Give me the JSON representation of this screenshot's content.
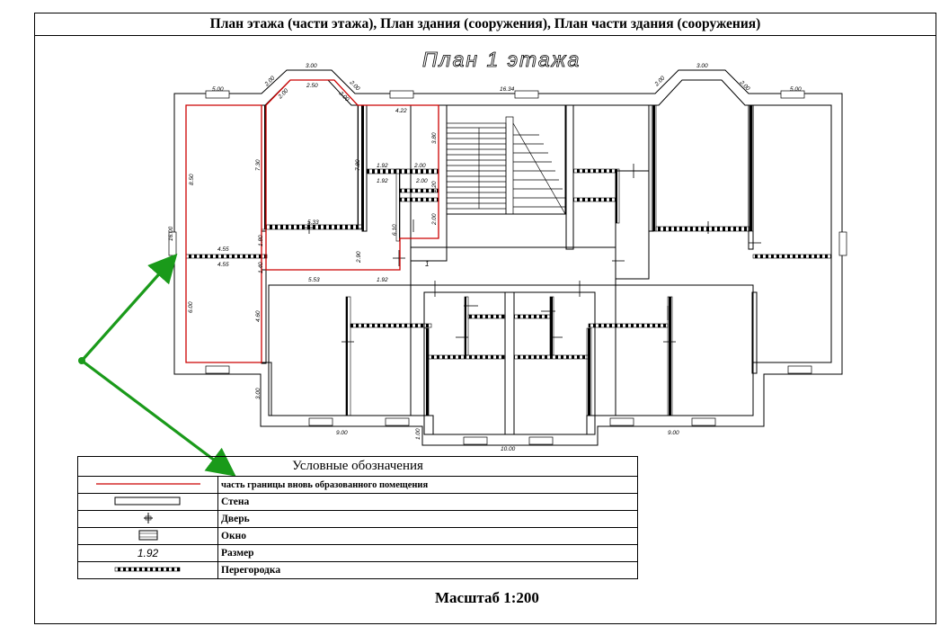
{
  "header": {
    "title": "План этажа (части этажа), План здания (сооружения), План части здания (сооружения)"
  },
  "plan": {
    "title": "План 1 этажа",
    "room_number": "1",
    "dimensions": [
      "5.00",
      "2.00",
      "3.00",
      "2.00",
      "2.50",
      "2.00",
      "2.00",
      "16.34",
      "3.00",
      "2.00",
      "2.00",
      "5.00",
      "4.22",
      "3.80",
      "8.50",
      "7.30",
      "7.80",
      "16.00",
      "1.92",
      "2.00",
      "1.92",
      "2.00",
      "1.20",
      "2.00",
      "5.33",
      "6.10",
      "4.55",
      "4.55",
      "1.80",
      "1.40",
      "2.90",
      "5.53",
      "1.92",
      "6.00",
      "4.60",
      "3.00",
      "9.00",
      "1.00",
      "10.00",
      "9.00"
    ]
  },
  "legend": {
    "heading": "Условные обозначения",
    "items": [
      {
        "symbol": "red-line",
        "label": "часть границы вновь образованного помещения"
      },
      {
        "symbol": "wall",
        "label": "Стена"
      },
      {
        "symbol": "door",
        "label": "Дверь"
      },
      {
        "symbol": "window",
        "label": "Окно"
      },
      {
        "symbol": "dimension",
        "label": "Размер",
        "sample": "1.92"
      },
      {
        "symbol": "partition",
        "label": "Перегородка"
      }
    ]
  },
  "scale": "Масштаб 1:200",
  "colors": {
    "boundary": "#cc0000",
    "arrow": "#1a9a1a",
    "ink": "#000000"
  }
}
